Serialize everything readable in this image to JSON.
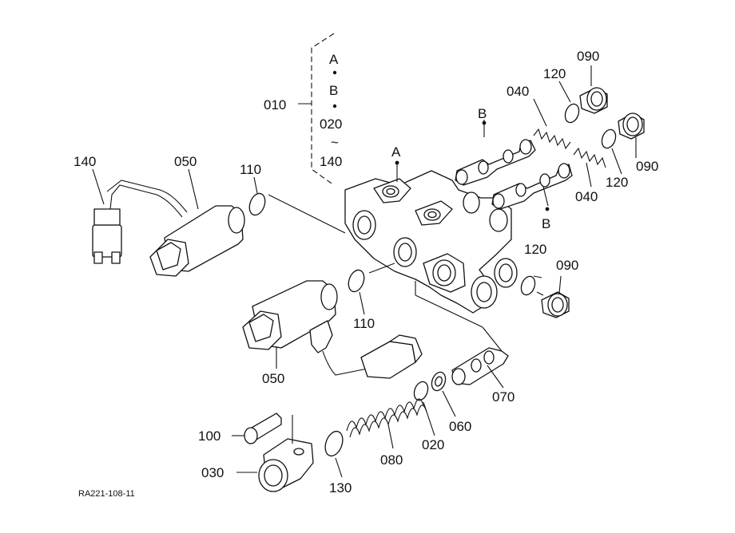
{
  "diagram": {
    "bracket": {
      "label": "010",
      "items": [
        "A",
        "B",
        "020",
        "~",
        "140"
      ]
    },
    "markers": {
      "a": "A",
      "b_top": "B",
      "b_mid": "B"
    },
    "labels": {
      "p140": "140",
      "p050_top": "050",
      "p110_top": "110",
      "p110_mid": "110",
      "p050_bottom": "050",
      "p090_top": "090",
      "p120_top": "120",
      "p040_top": "040",
      "p090_right": "090",
      "p120_right": "120",
      "p040_right": "040",
      "p120_mid": "120",
      "p090_mid": "090",
      "p070": "070",
      "p060": "060",
      "p020": "020",
      "p080": "080",
      "p100": "100",
      "p030": "030",
      "p130": "130"
    },
    "drawing_code": "RA221-108-11"
  }
}
